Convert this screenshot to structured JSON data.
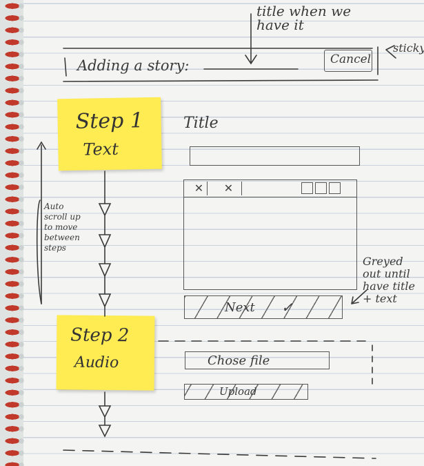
{
  "header": {
    "annotation_title": "title when we have it",
    "prompt": "Adding a story:",
    "cancel_label": "Cancel",
    "sticky_note": "sticky"
  },
  "step1": {
    "label_line1": "Step 1",
    "label_line2": "Text",
    "title_label": "Title",
    "next_label": "Next",
    "next_state": "greyed",
    "greyed_note": "Greyed out until have title + text"
  },
  "autoscroll_note": "Auto scroll up to move between steps",
  "step2": {
    "label_line1": "Step 2",
    "label_line2": "Audio",
    "choose_file_label": "Chose file",
    "upload_label": "Upload"
  },
  "colors": {
    "sticky_note": "#ffeb52",
    "spiral": "#c0392b",
    "ink": "#3a3a3a"
  }
}
